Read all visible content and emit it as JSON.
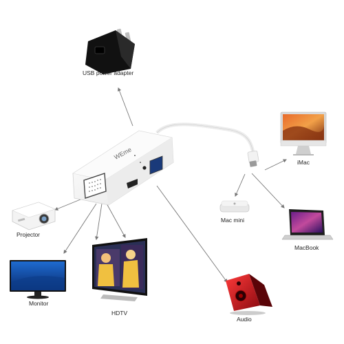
{
  "labels": {
    "usb_power_adapter": "USB power adapter",
    "imac": "iMac",
    "mac_mini": "Mac mini",
    "macbook": "MacBook",
    "projector": "Projector",
    "monitor": "Monitor",
    "hdtv": "HDTV",
    "audio": "Audio"
  },
  "adapter": {
    "brand": "WEme"
  },
  "colors": {
    "adapter_body": "#f4f4f4",
    "arrow": "#777777",
    "text": "#222222",
    "audio_speaker": "#d0202a",
    "tv_screen_bg": "#2a2f55",
    "accent_yellow": "#f0c040"
  }
}
